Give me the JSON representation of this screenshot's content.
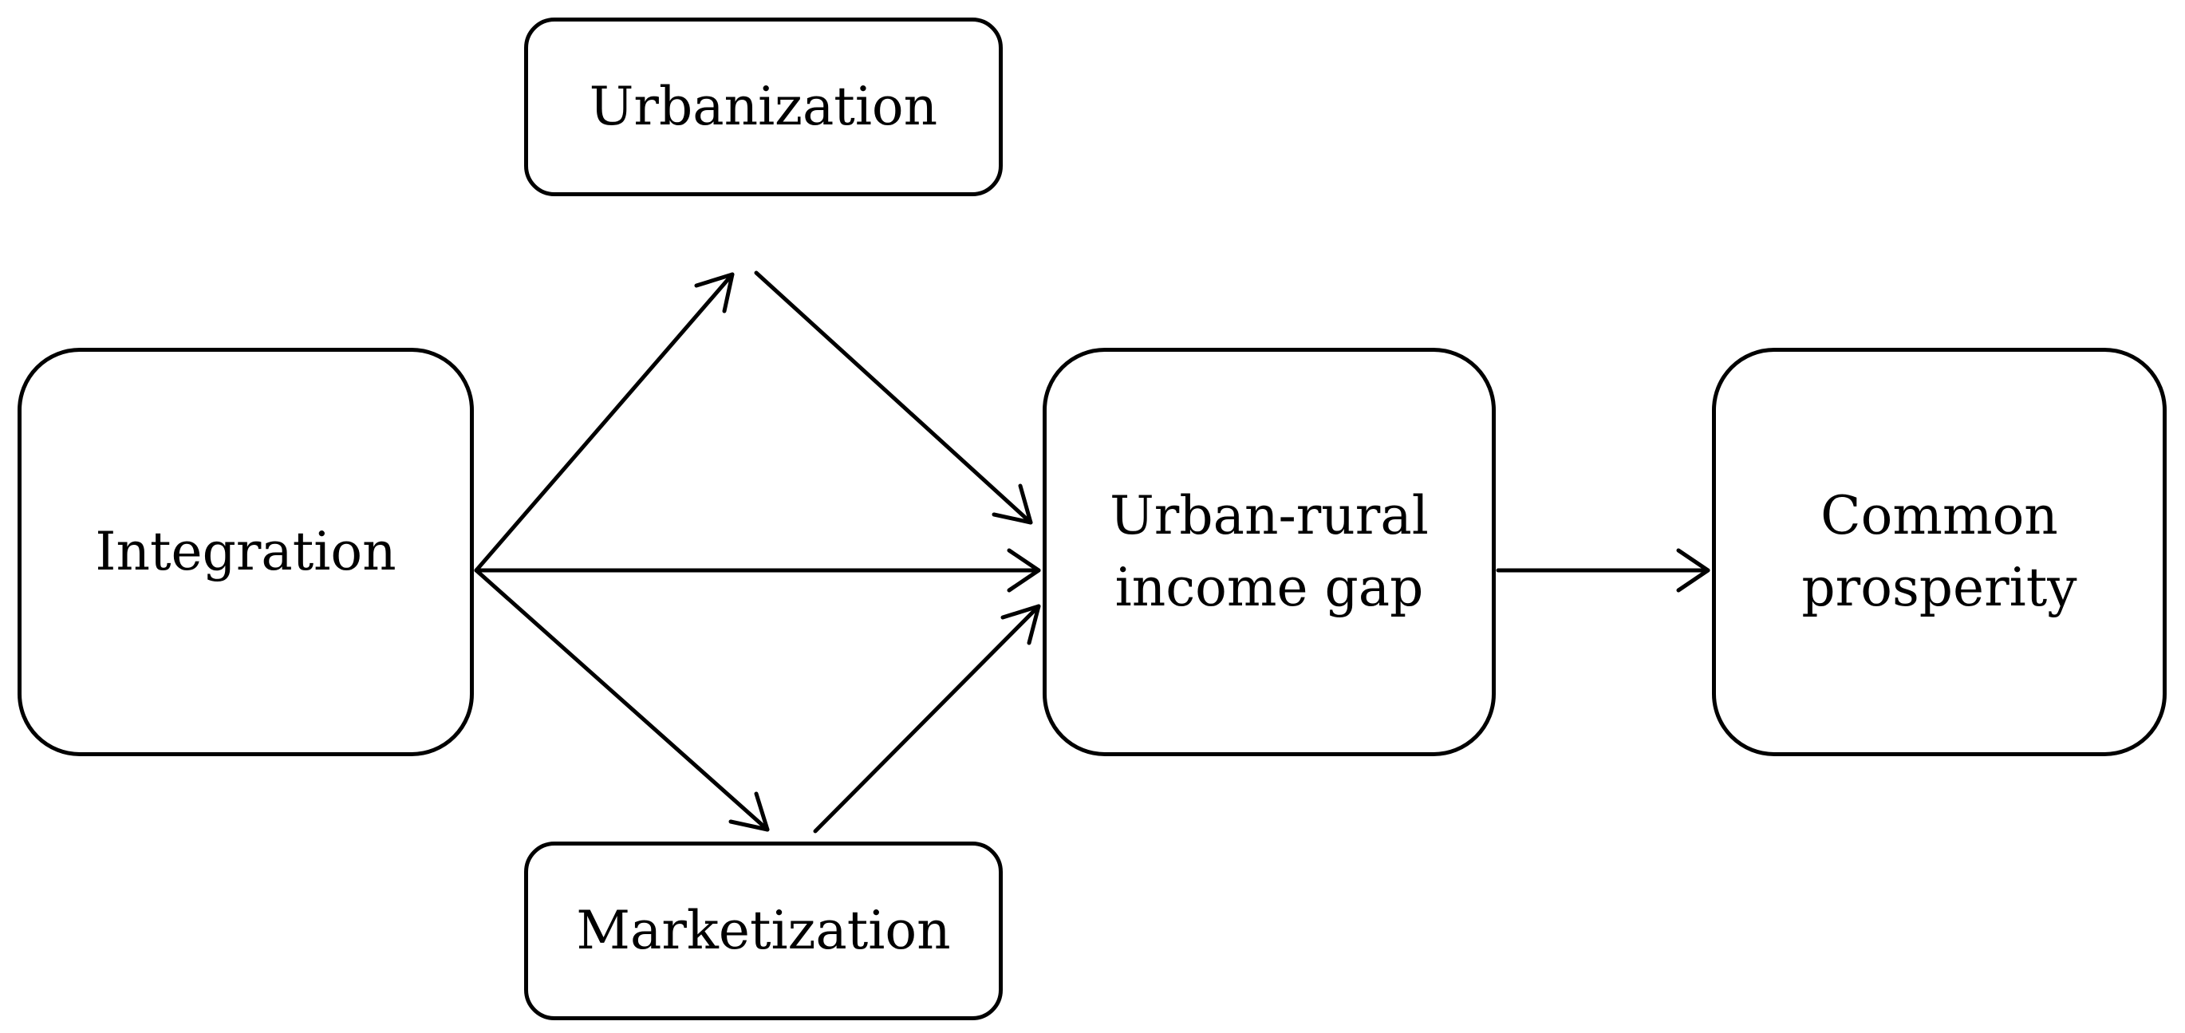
{
  "diagram": {
    "nodes": [
      {
        "id": "integration",
        "label": "Integration"
      },
      {
        "id": "urbanization",
        "label": "Urbanization"
      },
      {
        "id": "marketization",
        "label": "Marketization"
      },
      {
        "id": "income_gap",
        "label": "Urban-rural\nincome gap"
      },
      {
        "id": "prosperity",
        "label": "Common\nprosperity"
      }
    ],
    "edges": [
      {
        "from": "integration",
        "to": "urbanization"
      },
      {
        "from": "integration",
        "to": "marketization"
      },
      {
        "from": "integration",
        "to": "income_gap"
      },
      {
        "from": "urbanization",
        "to": "income_gap"
      },
      {
        "from": "marketization",
        "to": "income_gap"
      },
      {
        "from": "income_gap",
        "to": "prosperity"
      }
    ]
  }
}
